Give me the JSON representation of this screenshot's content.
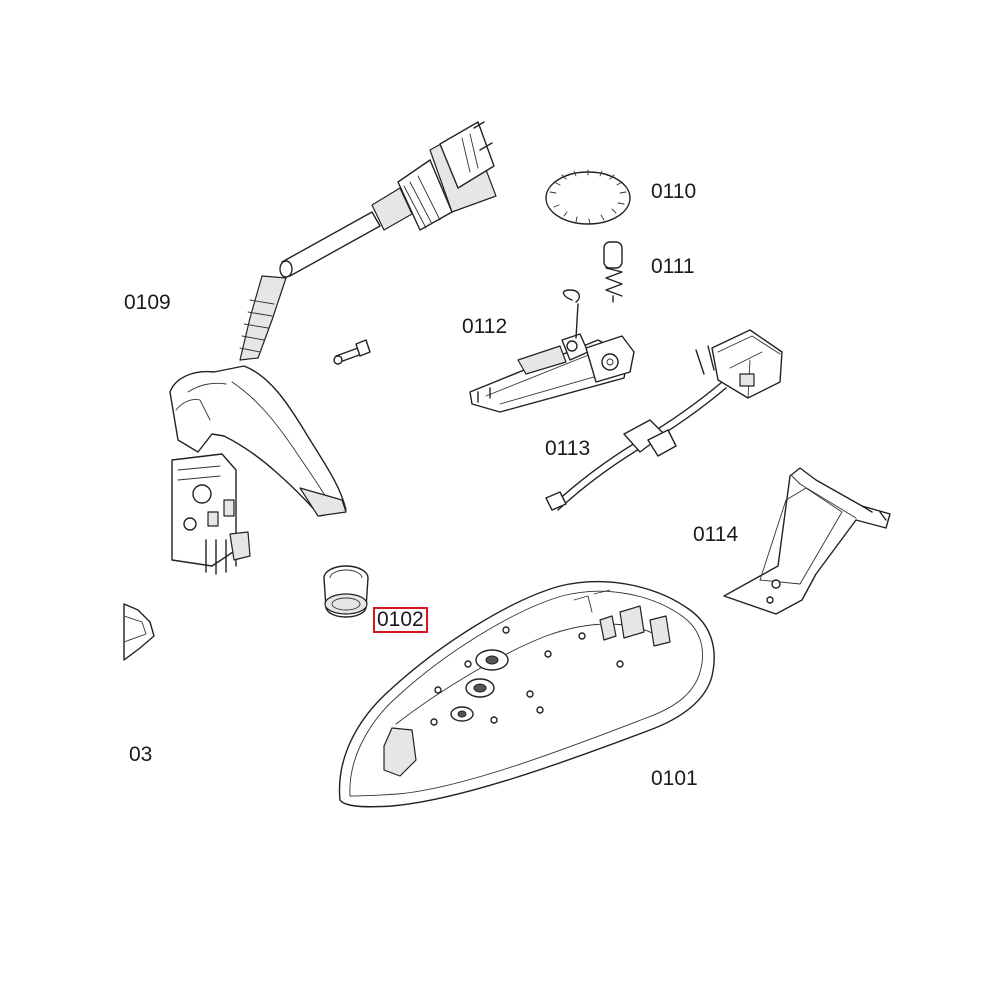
{
  "diagram": {
    "labels": {
      "p0101": "0101",
      "p0102": "0102",
      "p03": "03",
      "p0109": "0109",
      "p0110": "0110",
      "p0111": "0111",
      "p0112": "0112",
      "p0113": "0113",
      "p0114": "0114"
    },
    "highlight_color": "#d9141c"
  }
}
